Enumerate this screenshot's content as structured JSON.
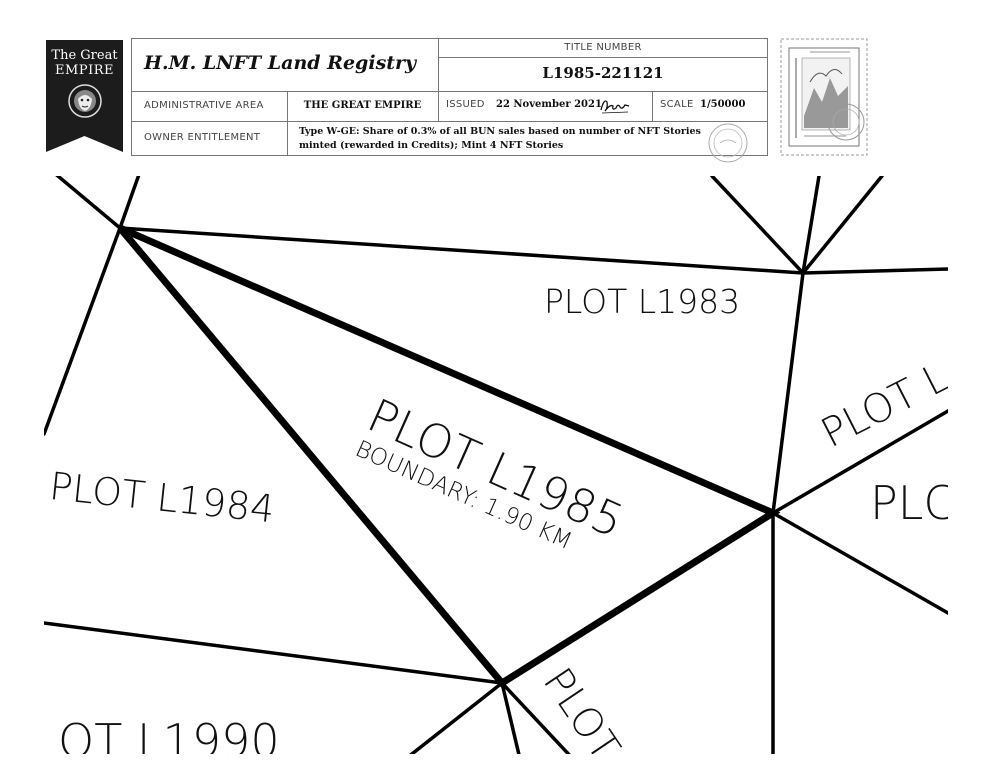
{
  "logo": {
    "line1": "The Great",
    "line2": "EMPIRE",
    "icon": "lion-crest-icon"
  },
  "registry": {
    "title": "H.M. LNFT Land Registry",
    "title_number_label": "TITLE NUMBER",
    "title_number": "L1985-221121",
    "admin_area_label": "ADMINISTRATIVE AREA",
    "admin_area": "THE GREAT EMPIRE",
    "issued_label": "ISSUED",
    "issued_date": "22 November 2021",
    "scale_label": "SCALE",
    "scale": "1/50000",
    "owner_label": "OWNER ENTITLEMENT",
    "owner_text": "Type W-GE: Share of 0.3% of all BUN sales based on number of NFT Stories minted (rewarded in Credits); Mint 4 NFT Stories"
  },
  "stamp": {
    "icon": "postage-stamp-icon",
    "seal_icon": "round-seal-icon"
  },
  "map": {
    "plots": [
      {
        "label": "PLOT L1983"
      },
      {
        "label": "PLOT L1984"
      },
      {
        "label": "PLOT L1985",
        "boundary": "BOUNDARY: 1.90 KM"
      },
      {
        "label": "PLOT L"
      },
      {
        "label": "PLC"
      },
      {
        "label": "PLOT"
      },
      {
        "label": "OT L1990"
      }
    ]
  }
}
